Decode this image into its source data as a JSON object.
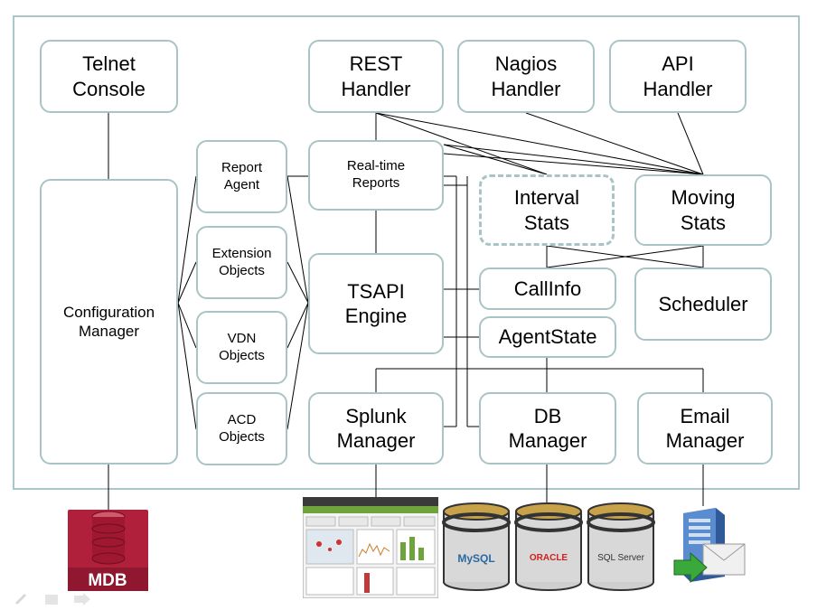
{
  "diagram": {
    "boxes": {
      "telnet_console": "Telnet\nConsole",
      "configuration_manager": "Configuration\nManager",
      "report_agent": "Report\nAgent",
      "extension_objects": "Extension\nObjects",
      "vdn_objects": "VDN\nObjects",
      "acd_objects": "ACD\nObjects",
      "rest_handler": "REST\nHandler",
      "nagios_handler": "Nagios\nHandler",
      "api_handler": "API\nHandler",
      "realtime_reports": "Real-time\nReports",
      "interval_stats": "Interval\nStats",
      "moving_stats": "Moving\nStats",
      "tsapi_engine": "TSAPI\nEngine",
      "callinfo": "CallInfo",
      "agentstate": "AgentState",
      "scheduler": "Scheduler",
      "splunk_manager": "Splunk\nManager",
      "db_manager": "DB\nManager",
      "email_manager": "Email\nManager"
    },
    "images": {
      "mdb_label": "MDB",
      "mysql_label": "MySQL",
      "oracle_label": "ORACLE",
      "sqlserver_label": "SQL Server"
    }
  },
  "colors": {
    "box_border": "#a9c4c4",
    "line": "#000000",
    "db_red": "#b0203a",
    "cylinder_gold": "#c8a24a"
  }
}
